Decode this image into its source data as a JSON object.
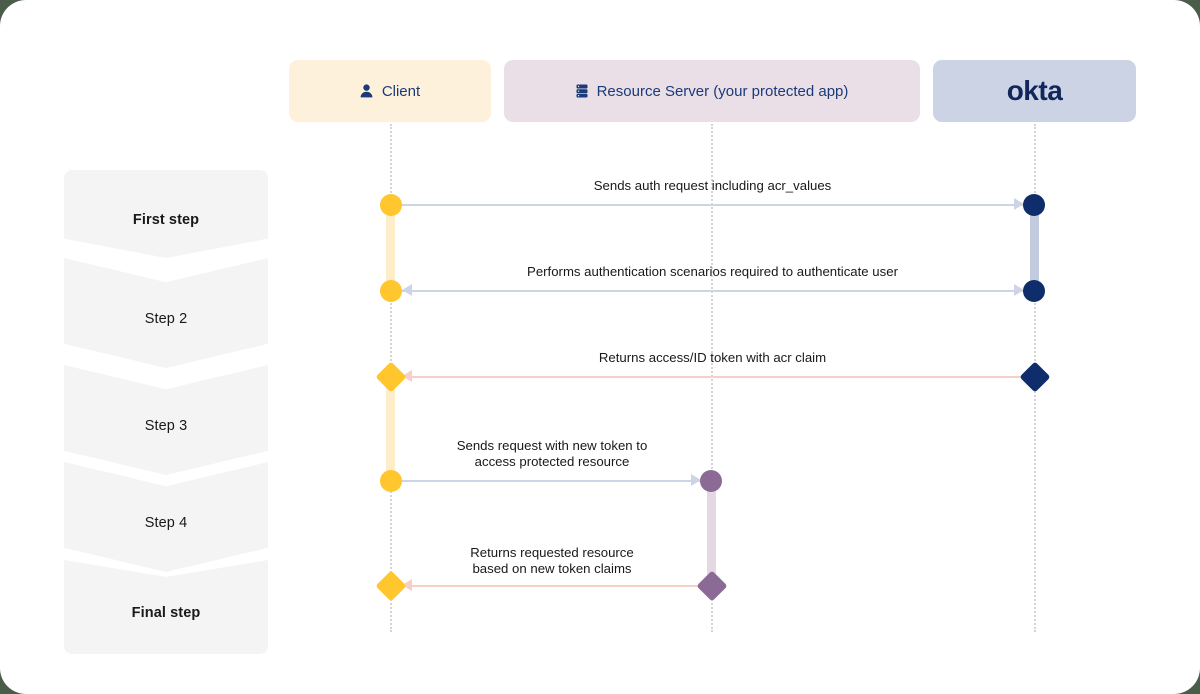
{
  "diagram": {
    "title": "Okta ACR values sequence diagram",
    "background": "#ffffff"
  },
  "steps": [
    {
      "label": "First step",
      "emphasis": "bold"
    },
    {
      "label": "Step 2",
      "emphasis": "normal"
    },
    {
      "label": "Step 3",
      "emphasis": "normal"
    },
    {
      "label": "Step 4",
      "emphasis": "normal"
    },
    {
      "label": "Final step",
      "emphasis": "bold"
    }
  ],
  "actors": [
    {
      "name": "client",
      "label": "Client",
      "icon": "person-icon",
      "box_color": "#fdf1dc",
      "accent_color": "#ffc62e"
    },
    {
      "name": "resource-server",
      "label": "Resource Server (your protected app)",
      "icon": "server-icon",
      "box_color": "#eadfe6",
      "accent_color": "#8b6b95"
    },
    {
      "name": "okta",
      "label": "okta",
      "icon": "okta-wordmark",
      "box_color": "#cbd3e5",
      "accent_color": "#0f2d6b"
    }
  ],
  "messages": [
    {
      "id": 1,
      "text": "Sends auth request including acr_values",
      "from": "client",
      "to": "okta",
      "direction": "right",
      "line_color": "#cdd4e6"
    },
    {
      "id": 2,
      "text": "Performs authentication scenarios required to authenticate user",
      "from": "okta",
      "to": "client",
      "direction": "both",
      "line_color": "#cdd4e6"
    },
    {
      "id": 3,
      "text": "Returns access/ID token with acr claim",
      "from": "okta",
      "to": "client",
      "direction": "left",
      "line_color": "#f6cfc6"
    },
    {
      "id": 4,
      "text": "Sends request with new token to\naccess protected resource",
      "from": "client",
      "to": "resource-server",
      "direction": "right",
      "line_color": "#cdd4e6"
    },
    {
      "id": 5,
      "text": "Returns requested resource\nbased on new token claims",
      "from": "resource-server",
      "to": "client",
      "direction": "left",
      "line_color": "#f6cfc6"
    }
  ],
  "colors": {
    "client_marker": "#ffc62e",
    "client_activation": "#fdeec9",
    "okta_marker": "#0f2d6b",
    "okta_activation": "#c3cbdf",
    "resource_marker": "#8b6b95",
    "resource_activation": "#e5d8e3",
    "lifeline_dotted": "#d4d4d4",
    "step_chevron": "#f4f4f4",
    "text": "#191919",
    "actor_text": "#1b3a7a"
  }
}
